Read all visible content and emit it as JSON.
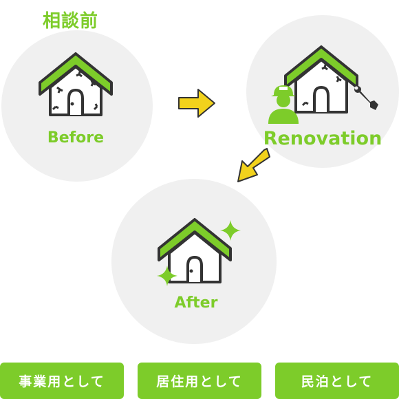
{
  "header": {
    "title": "相談前"
  },
  "steps": [
    {
      "label": "Before"
    },
    {
      "label": "Renovation"
    },
    {
      "label": "After"
    }
  ],
  "buttons": [
    {
      "label": "事業用として"
    },
    {
      "label": "居住用として"
    },
    {
      "label": "民泊として"
    }
  ],
  "colors": {
    "accent": "#7dcc2a",
    "arrow": "#f2d21c",
    "circle": "#f0f0f0",
    "outline": "#333333"
  }
}
